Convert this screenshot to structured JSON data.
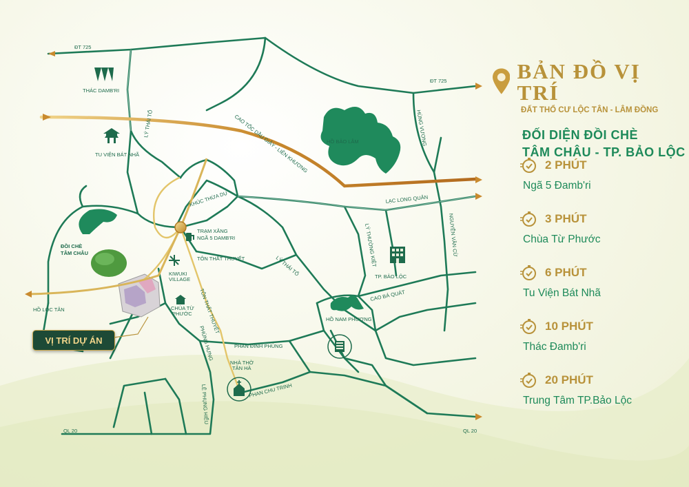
{
  "header": {
    "title": "BẢN ĐỒ VỊ TRÍ",
    "subtitle": "ĐẤT THỔ CƯ LỘC TÂN - LÂM ĐỒNG",
    "heading_line1": "ĐỐI DIỆN ĐỒI CHÈ",
    "heading_line2": "TÂM CHÂU - TP. BẢO LỘC"
  },
  "travel_times": [
    {
      "minutes": "2 PHÚT",
      "place": "Ngã 5 Đamb'ri"
    },
    {
      "minutes": "3 PHÚT",
      "place": "Chùa Từ Phước"
    },
    {
      "minutes": "6 PHÚT",
      "place": "Tu Viện Bát Nhã"
    },
    {
      "minutes": "10 PHÚT",
      "place": "Thác Đamb'ri"
    },
    {
      "minutes": "20 PHÚT",
      "place": "Trung Tâm TP.Bảo Lộc"
    }
  ],
  "project_label": "VỊ TRÍ DỰ ÁN",
  "map_labels": {
    "dt725_left": "ĐT 725",
    "dt725_right": "ĐT 725",
    "thac_dambri": "THÁC DAMB'RI",
    "tu_vien_bat_nha": "TU VIỆN BÁT NHÃ",
    "ly_thai_to_1": "LÝ THÁI TỔ",
    "cao_toc": "CAO TỐC DẦU GIÂY - LIÊN KHƯƠNG",
    "ho_bao_lam": "HỒ BẢO LÂM",
    "hung_vuong": "HÙNG VƯƠNG",
    "khuc_thua_du": "KHÚC THỪA DỤ",
    "tram_xang_1": "TRẠM XĂNG",
    "tram_xang_2": "NGÃ 5 DAMB'RI",
    "ton_that_thuyet_1": "TÔN THẤT THUYẾT",
    "ly_thai_to_2": "LÝ THÁI TỔ",
    "lac_long_quan": "LẠC LONG QUÂN",
    "ly_thuong_kiet": "LÝ THƯỜNG KIỆT",
    "nguyen_van_cu": "NGUYỄN VĂN CỪ",
    "tp_bao_loc": "TP. BẢO LỘC",
    "cao_ba_quat": "CAO BÁ QUÁT",
    "doi_che_1": "ĐỒI CHÈ",
    "doi_che_2": "TÂM CHÂU",
    "ho_loc_tan": "HỒ LỘC TÂN",
    "kiwuki_1": "KIWUKI",
    "kiwuki_2": "VILLAGE",
    "chua_tu_phuoc_1": "CHÙA TỪ",
    "chua_tu_phuoc_2": "PHƯỚC",
    "ton_that_thuyet_2": "TÔN THẤT THUYẾT",
    "ho_nam_phuong": "HỒ NAM PHƯƠNG",
    "phung_hung": "PHÙNG HƯNG",
    "phan_dinh_phung": "PHAN ĐÌNH PHÙNG",
    "nha_tho_1": "NHÀ THỜ",
    "nha_tho_2": "TÂN HÀ",
    "phan_chu_trinh": "PHAN CHU TRINH",
    "le_phung_hieu": "LÊ PHỤNG HIỂU",
    "ql20_left": "QL 20",
    "ql20_right": "QL 20"
  },
  "colors": {
    "road": "#1e7a57",
    "highway": "#c98a2e",
    "gold": "#b8923a",
    "project_bg": "#1d4a36"
  }
}
